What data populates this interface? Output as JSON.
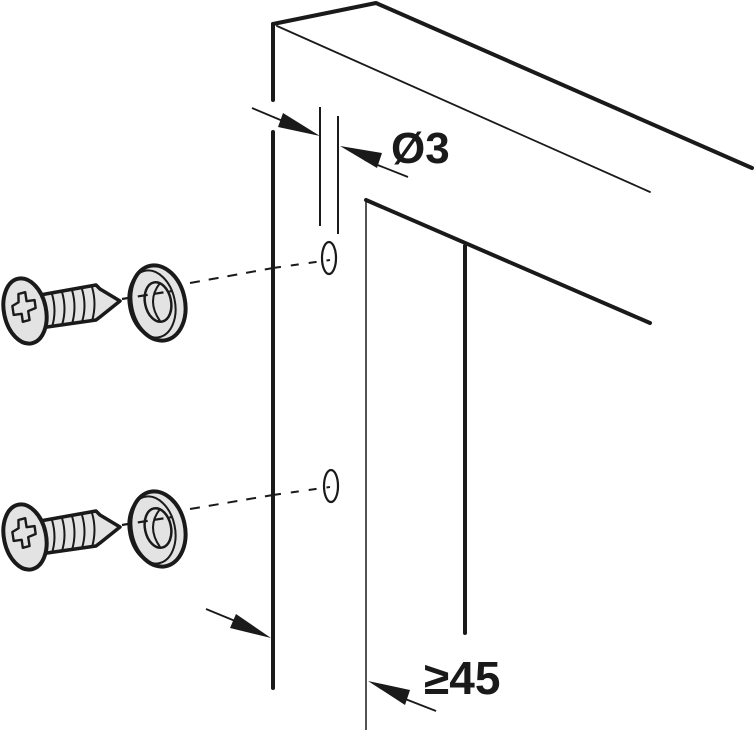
{
  "diagram": {
    "description": "Mounting diagram: screws with cup washers fixed through pre-drilled holes into a frame profile",
    "labels": {
      "hole_diameter": "Ø3",
      "min_distance": "≥45"
    },
    "colors": {
      "line": "#1a1a1a",
      "part_fill": "#e3e3e3",
      "background": "#ffffff"
    },
    "parts": [
      {
        "name": "countersunk-screw",
        "count": 2
      },
      {
        "name": "cup-washer",
        "count": 2
      },
      {
        "name": "pilot-hole",
        "count": 2
      }
    ]
  }
}
